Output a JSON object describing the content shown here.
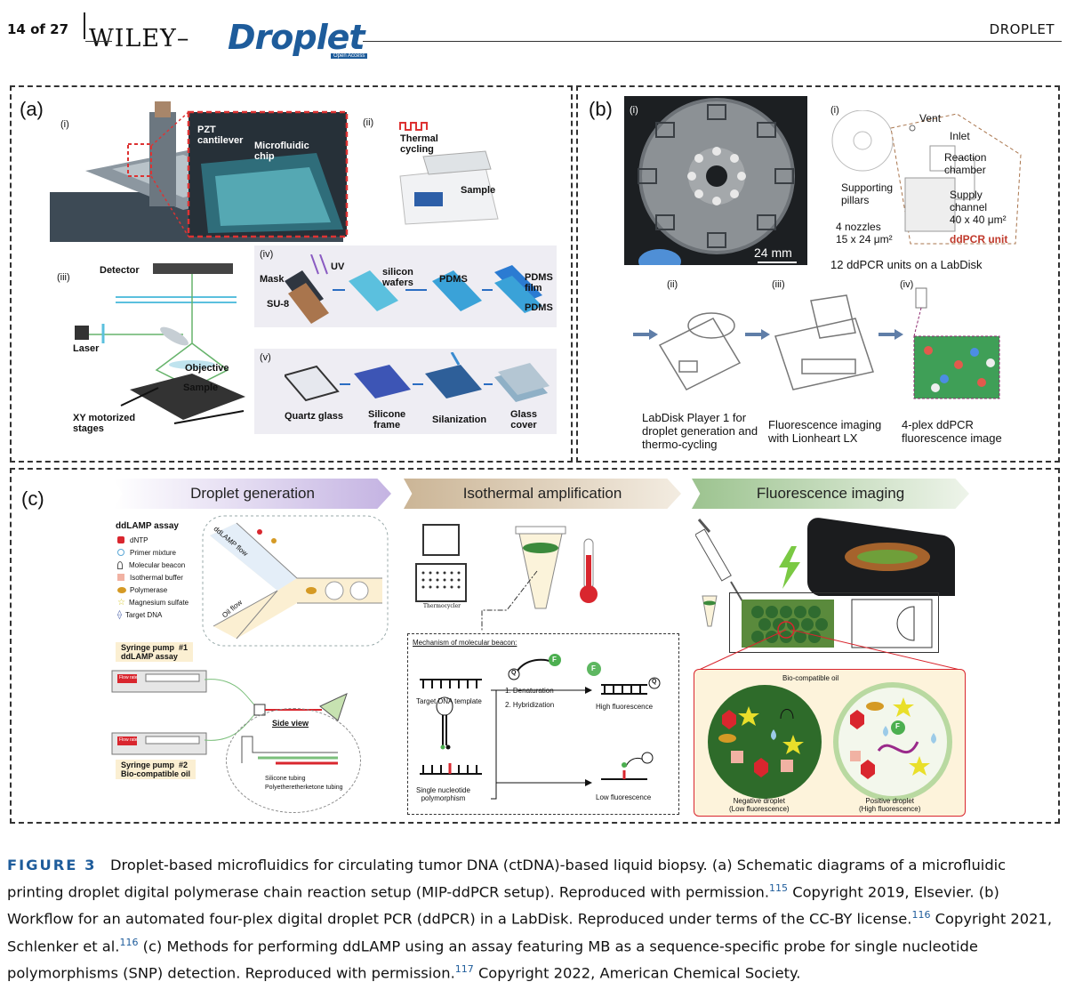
{
  "header": {
    "page": "14 of 27",
    "publisher": "WILEY",
    "journal_logo": "Droplet",
    "journal_logo_sub": "Open Access",
    "journal_name": "DROPLET"
  },
  "panel_a": {
    "label": "(a)",
    "i": "(i)",
    "ii": "(ii)",
    "iii": "(iii)",
    "iv": "(iv)",
    "v": "(v)",
    "pzt": "PZT\ncantilever",
    "chip": "Microfluidic\nchip",
    "thermal": "Thermal\ncycling",
    "sample": "Sample",
    "detector": "Detector",
    "laser": "Laser",
    "objective": "Objective",
    "sample2": "Sample",
    "xy": "XY motorized\nstages",
    "mask": "Mask",
    "uv": "UV",
    "su8": "SU-8",
    "wafers": "silicon\nwafers",
    "pdms": "PDMS",
    "pdms_film": "PDMS\nfilm",
    "pdms2": "PDMS",
    "quartz": "Quartz glass",
    "silicone_frame": "Silicone\nframe",
    "silanization": "Silanization",
    "glass_cover": "Glass\ncover"
  },
  "panel_b": {
    "label": "(b)",
    "i": "(i)",
    "i2": "(i)",
    "ii": "(ii)",
    "iii": "(iii)",
    "iv": "(iv)",
    "scale": "24 mm",
    "vent": "Vent",
    "inlet": "Inlet",
    "reaction": "Reaction\nchamber",
    "pillars": "Supporting\npillars",
    "supply": "Supply\nchannel\n40 x 40 μm²",
    "nozzles": "4 nozzles\n15 x 24 μm²",
    "unit": "ddPCR unit",
    "units_caption": "12 ddPCR units on a LabDisk",
    "player": "LabDisk Player 1 for\ndroplet generation and\nthermo-cycling",
    "imaging": "Fluorescence imaging\nwith Lionheart LX",
    "plex": "4-plex ddPCR\nfluorescence image"
  },
  "panel_c": {
    "label": "(c)",
    "step1": "Droplet generation",
    "step2": "Isothermal amplification",
    "step3": "Fluorescence imaging",
    "assay_title": "ddLAMP assay",
    "legend": [
      "dNTP",
      "Primer mixture",
      "Molecular beacon",
      "Isothermal buffer",
      "Polymerase",
      "Magnesium sulfate",
      "Target DNA"
    ],
    "ddlamp_flow": "ddLAMP flow",
    "oil_flow": "Oil flow",
    "pump1": "Syringe pump  #1\nddLAMP assay",
    "pump2": "Syringe pump  #2\nBio-compatible oil",
    "flow_rate": "Flow rate",
    "side_view": "Side view",
    "silicone_tubing": "Silicone tubing",
    "peek": "Polyetheretherketone tubing",
    "thermocycler": "Thermocycler",
    "mechanism": "Mechanism of molecular beacon:",
    "target_template": "Target DNA template",
    "denat": "1.  Denaturation",
    "hybrid": "2.  Hybridization",
    "high_fl": "High fluorescence",
    "snp": "Single nucleotide\npolymorphism",
    "low_fl": "Low fluorescence",
    "f": "F",
    "q": "Q",
    "biooil": "Bio-compatible oil",
    "neg": "Negative droplet\n(Low fluorescence)",
    "pos": "Positive droplet\n(High fluorescence)"
  },
  "caption": {
    "figure_label": "FIGURE 3",
    "t1": "Droplet-based microfluidics for circulating tumor DNA (ctDNA)-based liquid biopsy. (a) Schematic diagrams of a microfluidic printing droplet digital polymerase chain reaction setup (MIP-ddPCR setup). Reproduced with permission.",
    "r1": "115",
    "t2": " Copyright 2019, Elsevier. (b) Workflow for an automated four-plex digital droplet PCR (ddPCR) in a LabDisk. Reproduced under terms of the CC-BY license.",
    "r2": "116",
    "t3": " Copyright 2021, Schlenker et al.",
    "r3": "116",
    "t4": " (c) Methods for performing ddLAMP using an assay featuring MB as a sequence-specific probe for single nucleotide polymorphisms (SNP) detection. Reproduced with permission.",
    "r4": "117",
    "t5": " Copyright 2022, American Chemical Society."
  },
  "colors": {
    "accent": "#1e5c9b",
    "purple": "#b9a6dc",
    "tan": "#cdb89a",
    "green": "#a7c99a"
  }
}
